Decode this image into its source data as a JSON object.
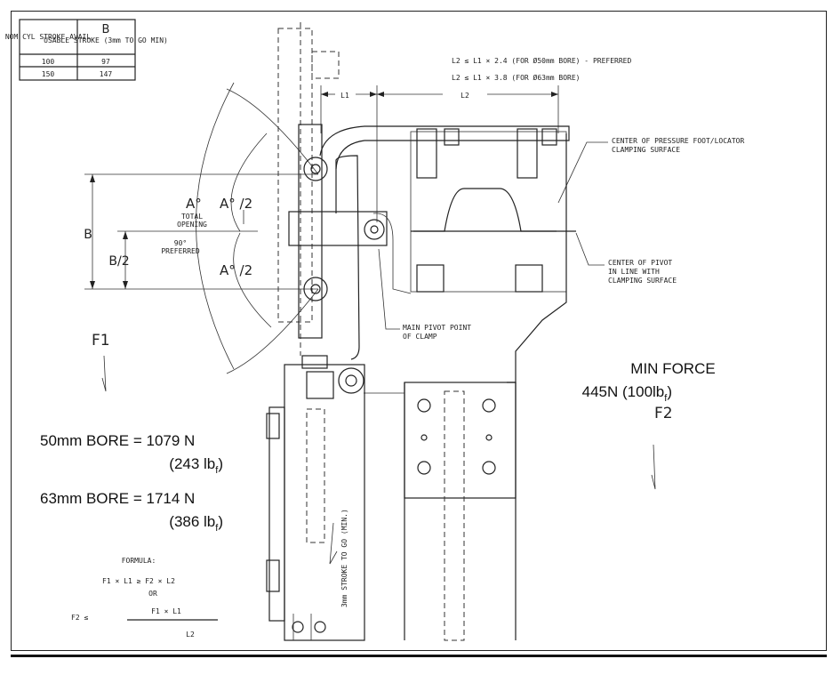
{
  "table": {
    "head_left": "NOM CYL STROKE AVAIL",
    "head_right_letter": "B",
    "head_right": "USABLE STROKE (3mm TO GO MIN)",
    "rows": [
      {
        "nom": "100",
        "usable": "97"
      },
      {
        "nom": "150",
        "usable": "147"
      }
    ]
  },
  "notes": {
    "l2_preferred": "L2 ≤ L1 × 2.4 (FOR Ø50mm BORE) - PREFERRED",
    "l2_63": "L2 ≤ L1 × 3.8 (FOR Ø63mm BORE)",
    "center_pressure_1": "CENTER OF PRESSURE FOOT/LOCATOR",
    "center_pressure_2": "CLAMPING SURFACE",
    "center_pivot_1": "CENTER OF PIVOT",
    "center_pivot_2": "IN LINE WITH",
    "center_pivot_3": "CLAMPING SURFACE",
    "main_pivot_1": "MAIN PIVOT POINT",
    "main_pivot_2": "OF CLAMP",
    "stroke_note": "3mm STROKE TO GO (MIN.)"
  },
  "dims": {
    "l1": "L1",
    "l2": "L2",
    "b": "B",
    "b_half": "B/2",
    "a_deg": "A°",
    "a_half_top": "A° /2",
    "a_half_bottom": "A° /2",
    "total_opening_1": "TOTAL",
    "total_opening_2": "OPENING",
    "preferred_1": "90°",
    "preferred_2": "PREFERRED"
  },
  "forces": {
    "f1": "F1",
    "f2": "F2",
    "min_force": "MIN FORCE",
    "min_force_value": "445N (100lb",
    "min_force_sub": "f",
    "min_force_close": ")",
    "bore50": "50mm BORE = 1079 N",
    "bore50_lb": "(243 lb",
    "bore63": "63mm BORE = 1714 N",
    "bore63_lb": "(386 lb",
    "lb_sub": "f",
    "lb_close": ")"
  },
  "formula": {
    "title": "FORMULA:",
    "line1": "F1 × L1 ≥ F2 × L2",
    "or": "OR",
    "line2_left": "F2 ≤",
    "numerator": "F1 × L1",
    "denominator": "L2"
  }
}
